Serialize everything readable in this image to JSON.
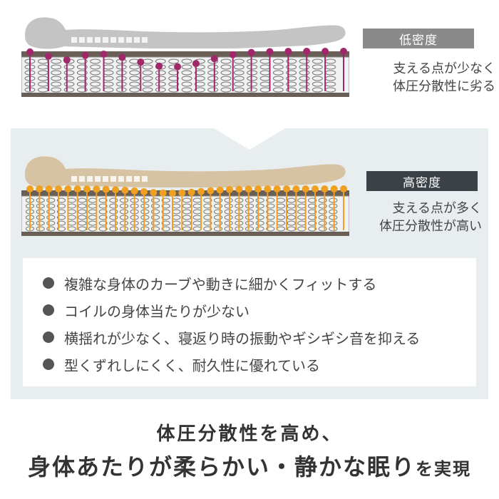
{
  "low_density": {
    "label": "低密度",
    "description_line1": "支える点が少なく",
    "description_line2": "体圧分散性に劣る",
    "accent_color": "#a0286a",
    "body_color": "#c4c4c4"
  },
  "high_density": {
    "label": "高密度",
    "description_line1": "支える点が多く",
    "description_line2": "体圧分散性が高い",
    "accent_color": "#f0a020",
    "body_color": "#d6c3a4"
  },
  "features": [
    "複雑な身体のカーブや動きに細かくフィットする",
    "コイルの身体当たりが少ない",
    "横揺れが少なく、寝返り時の振動やギシギシ音を抑える",
    "型くずれしにくく、耐久性に優れている"
  ],
  "tagline": {
    "line1": "体圧分散性を高め、",
    "line2_main": "身体あたりが柔らかい・静かな眠り",
    "line2_suffix": "を実現"
  }
}
